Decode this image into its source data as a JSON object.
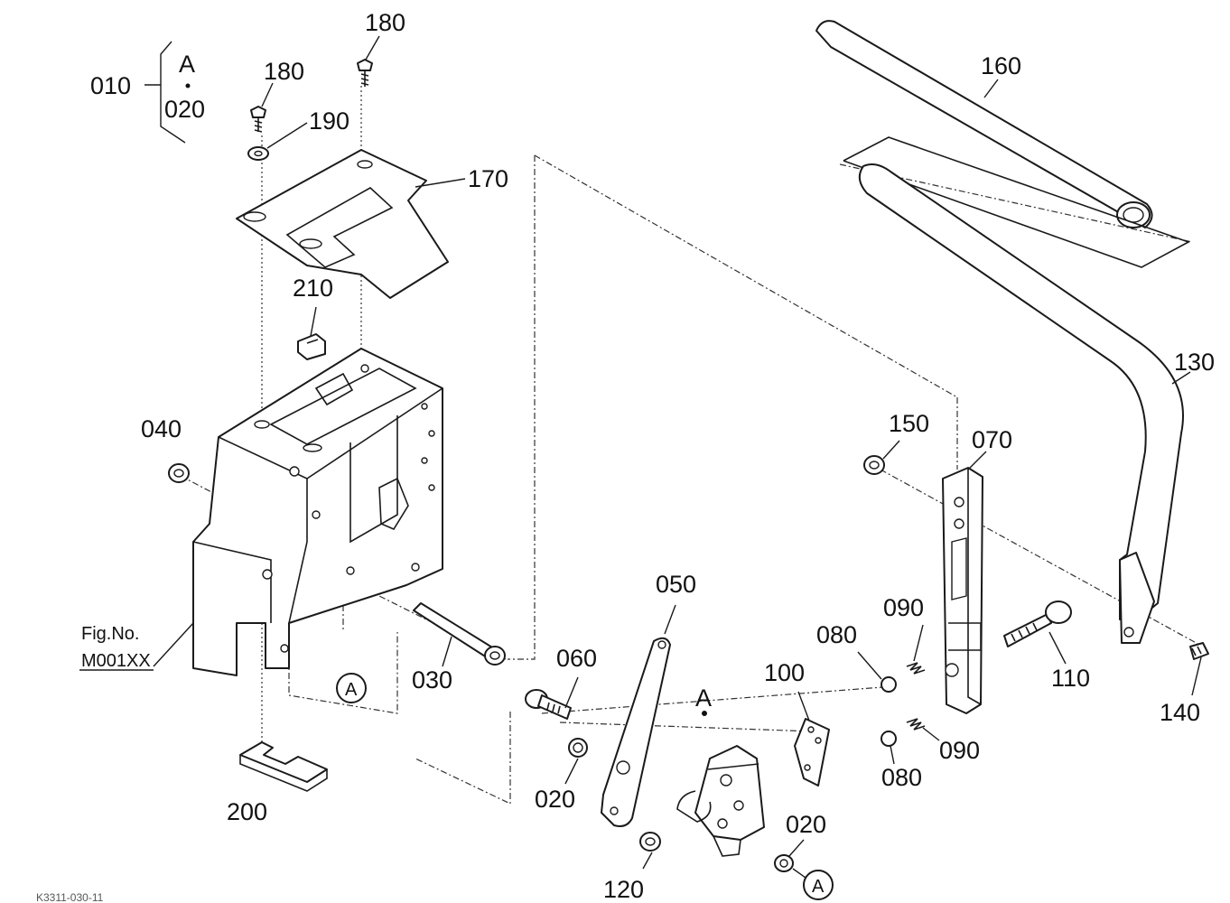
{
  "labels": {
    "p010": "010",
    "pA_top": "A",
    "p020_top": "020",
    "p180a": "180",
    "p180b": "180",
    "p190": "190",
    "p170": "170",
    "p210": "210",
    "p040": "040",
    "p030": "030",
    "p200": "200",
    "p160": "160",
    "p130": "130",
    "p150": "150",
    "p070": "070",
    "p050": "050",
    "p060": "060",
    "p020a": "020",
    "p020b": "020",
    "p120": "120",
    "p100": "100",
    "p080a": "080",
    "p080b": "080",
    "p090a": "090",
    "p090b": "090",
    "p110": "110",
    "p140": "140",
    "pA_mid": "A",
    "pA_circle1": "A",
    "pA_circle2": "A",
    "fig_line1": "Fig.No.",
    "fig_line2": "M001XX",
    "footer_code": "K3311-030-11"
  }
}
